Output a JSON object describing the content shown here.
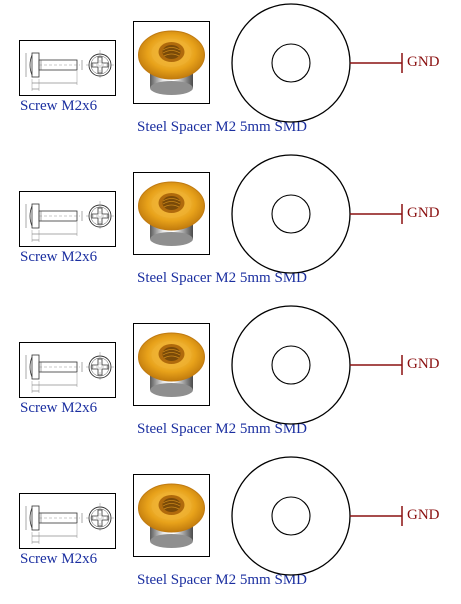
{
  "rows": [
    {
      "screw_label": "Screw M2x6",
      "spacer_label": "Steel Spacer M2 5mm SMD",
      "net_label": "GND"
    },
    {
      "screw_label": "Screw M2x6",
      "spacer_label": "Steel Spacer M2 5mm SMD",
      "net_label": "GND"
    },
    {
      "screw_label": "Screw M2x6",
      "spacer_label": "Steel Spacer M2 5mm SMD",
      "net_label": "GND"
    },
    {
      "screw_label": "Screw M2x6",
      "spacer_label": "Steel Spacer M2 5mm SMD",
      "net_label": "GND"
    }
  ],
  "colors": {
    "label_blue": "#1b2fa0",
    "net_red": "#8a1010",
    "spacer_gold": "#e8a21a",
    "outline": "#000000"
  }
}
